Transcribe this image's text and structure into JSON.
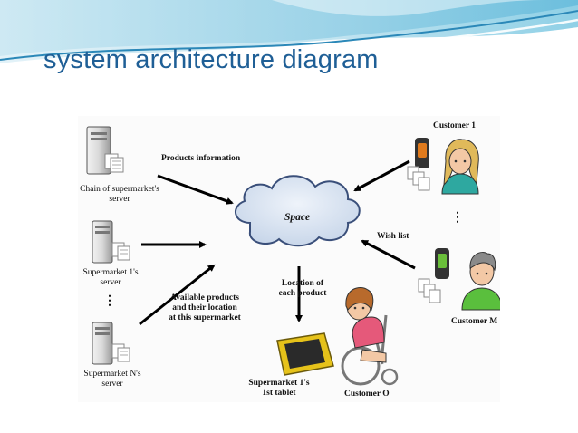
{
  "slide": {
    "title": "system architecture diagram"
  },
  "diagram": {
    "cloud_label": "Space",
    "servers": {
      "chain": "Chain of supermarket's\nserver",
      "super1": "Supermarket 1's\nserver",
      "superN": "Supermarket N's\nserver"
    },
    "flows": {
      "products_information": "Products information",
      "available_products": "Available products\nand their location\nat this supermarket",
      "location_each_product": "Location of\neach product",
      "wish_list": "Wish list"
    },
    "customers": {
      "c1": "Customer 1",
      "cm": "Customer M",
      "co": "Customer O"
    },
    "tablet": "Supermarket 1's\n1st tablet",
    "ellipsis": "⋮"
  },
  "colors": {
    "title": "#1f5f96",
    "banner_light": "#cfe8f3",
    "banner_mid": "#7ec5df",
    "banner_dark": "#2b88b8",
    "cloud": "#d8e4f2",
    "cloud_stroke": "#3a4f7a",
    "phone_orange": "#e07a1c",
    "phone_green": "#6abf3a",
    "skin": "#f3c8a5",
    "shirt_teal": "#2ea8a0",
    "shirt_green": "#5abf3d",
    "shirt_pink": "#e5597a",
    "tablet_yellow": "#e6c21a"
  }
}
